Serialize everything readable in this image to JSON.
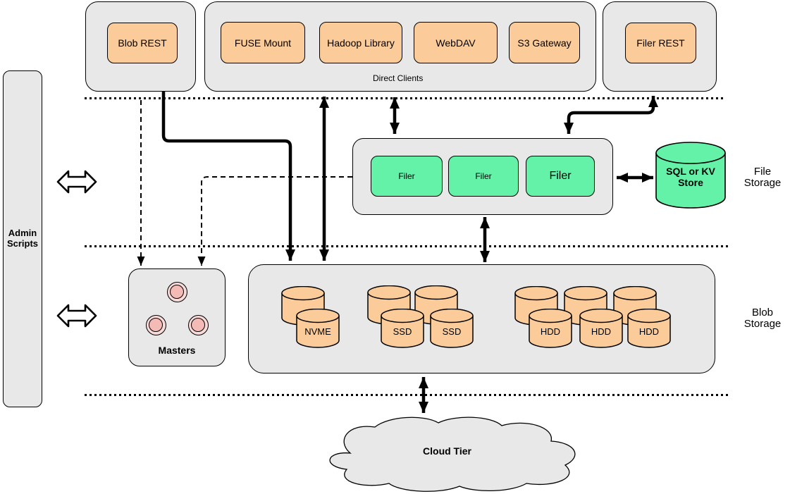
{
  "colors": {
    "container_fill": "#e8e8e8",
    "node_orange": "#fbcc99",
    "node_green": "#63f2a7",
    "master_pink": "#f4bab6",
    "line_black": "#000000"
  },
  "admin_scripts": {
    "line1": "Admin",
    "line2": "Scripts"
  },
  "top_row": {
    "blob_rest": {
      "label": "Blob REST"
    },
    "direct_clients": {
      "caption": "Direct Clients",
      "items": [
        "FUSE Mount",
        "Hadoop Library",
        "WebDAV",
        "S3 Gateway"
      ]
    },
    "filer_rest": {
      "label": "Filer REST"
    }
  },
  "file_storage": {
    "filers": [
      "Filer",
      "Filer",
      "Filer"
    ],
    "store": {
      "line1": "SQL or KV",
      "line2": "Store"
    },
    "section_label": {
      "line1": "File",
      "line2": "Storage"
    }
  },
  "masters": {
    "label": "Masters"
  },
  "blob_storage": {
    "section_label": {
      "line1": "Blob",
      "line2": "Storage"
    },
    "disk_labels": {
      "nvme": "NVME",
      "ssd_1": "SSD",
      "ssd_2": "SSD",
      "hdd_1": "HDD",
      "hdd_2": "HDD",
      "hdd_3": "HDD"
    }
  },
  "cloud": {
    "label": "Cloud Tier"
  }
}
